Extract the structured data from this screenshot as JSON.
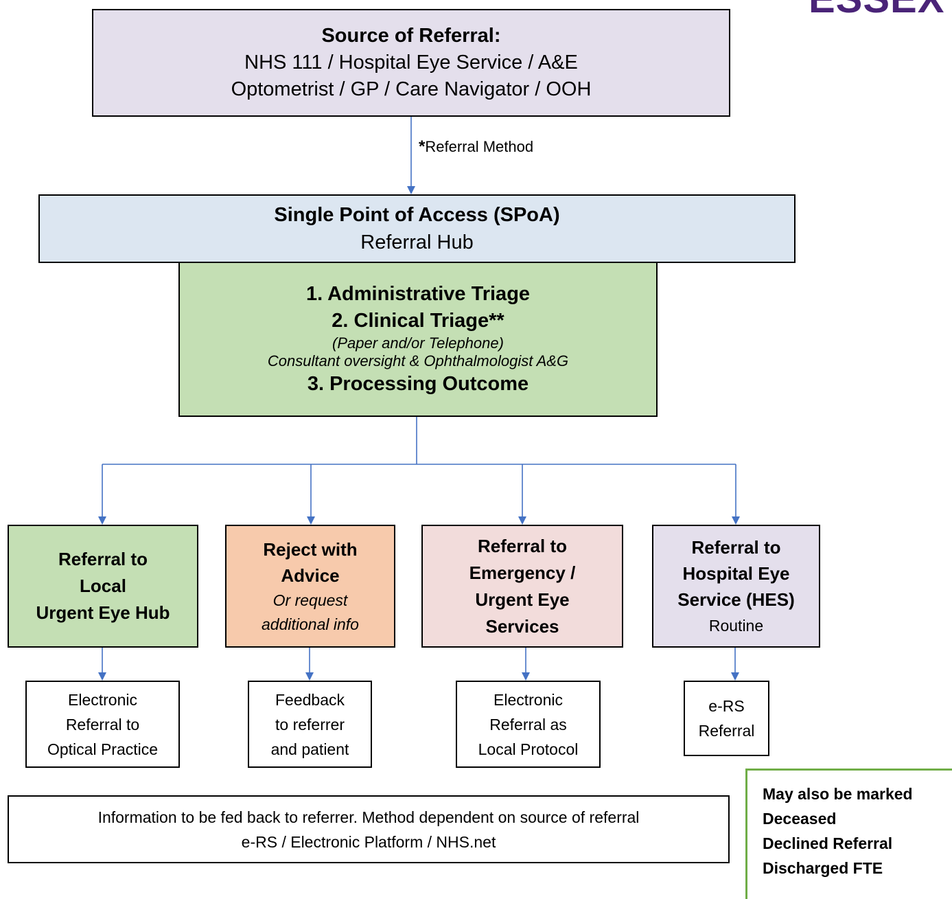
{
  "logo_fragment": "ESSEX",
  "colors": {
    "connector": "#4472c4",
    "source_fill": "#e4dfec",
    "spoa_fill": "#dce6f1",
    "triage_fill": "#c4dfb4",
    "reject_fill": "#f7caac",
    "emergency_fill": "#f2dcdb",
    "status_border": "#70ad47"
  },
  "source": {
    "title": "Source of Referral:",
    "line1": "NHS 111 / Hospital Eye Service / A&E",
    "line2": "Optometrist / GP / Care Navigator / OOH"
  },
  "method": {
    "asterisk": "*",
    "label": "Referral Method"
  },
  "spoa": {
    "title": "Single Point of Access (SPoA)",
    "subtitle": "Referral Hub"
  },
  "triage": {
    "step1": "1.  Administrative Triage",
    "step2": "2.  Clinical Triage**",
    "note1": "(Paper and/or Telephone)",
    "note2": "Consultant oversight & Ophthalmologist A&G",
    "step3": "3.  Processing Outcome"
  },
  "outcomes": [
    {
      "lines": [
        "Referral to",
        "Local",
        "Urgent Eye Hub"
      ]
    },
    {
      "title1": "Reject with",
      "title2": "Advice",
      "italic1": "Or request",
      "italic2": "additional info"
    },
    {
      "lines": [
        "Referral to",
        "Emergency /",
        "Urgent Eye",
        "Services"
      ]
    },
    {
      "title1": "Referral to",
      "title2": "Hospital Eye",
      "title3": "Service (HES)",
      "normal": "Routine"
    }
  ],
  "actions": [
    [
      "Electronic",
      "Referral to",
      "Optical Practice"
    ],
    [
      "Feedback",
      "to referrer",
      "and patient"
    ],
    [
      "Electronic",
      "Referral as",
      "Local Protocol"
    ],
    [
      "e-RS",
      "Referral"
    ]
  ],
  "info": {
    "line1": "Information to be fed back to referrer. Method dependent on source of referral",
    "line2": "e-RS / Electronic Platform / NHS.net"
  },
  "status": {
    "heading": "May also be marked",
    "items": [
      "Deceased",
      "Declined Referral",
      "Discharged FTE"
    ]
  }
}
